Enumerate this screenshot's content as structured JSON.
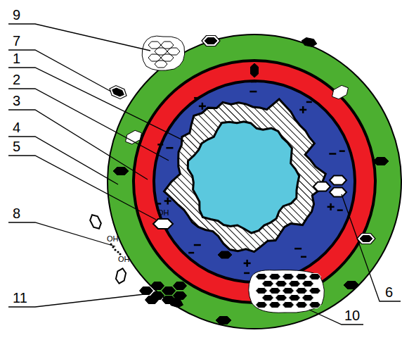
{
  "diagram": {
    "labels": [
      "9",
      "7",
      "1",
      "2",
      "3",
      "4",
      "5",
      "8",
      "11",
      "10",
      "6",
      "OH",
      "OH",
      "OH"
    ]
  }
}
